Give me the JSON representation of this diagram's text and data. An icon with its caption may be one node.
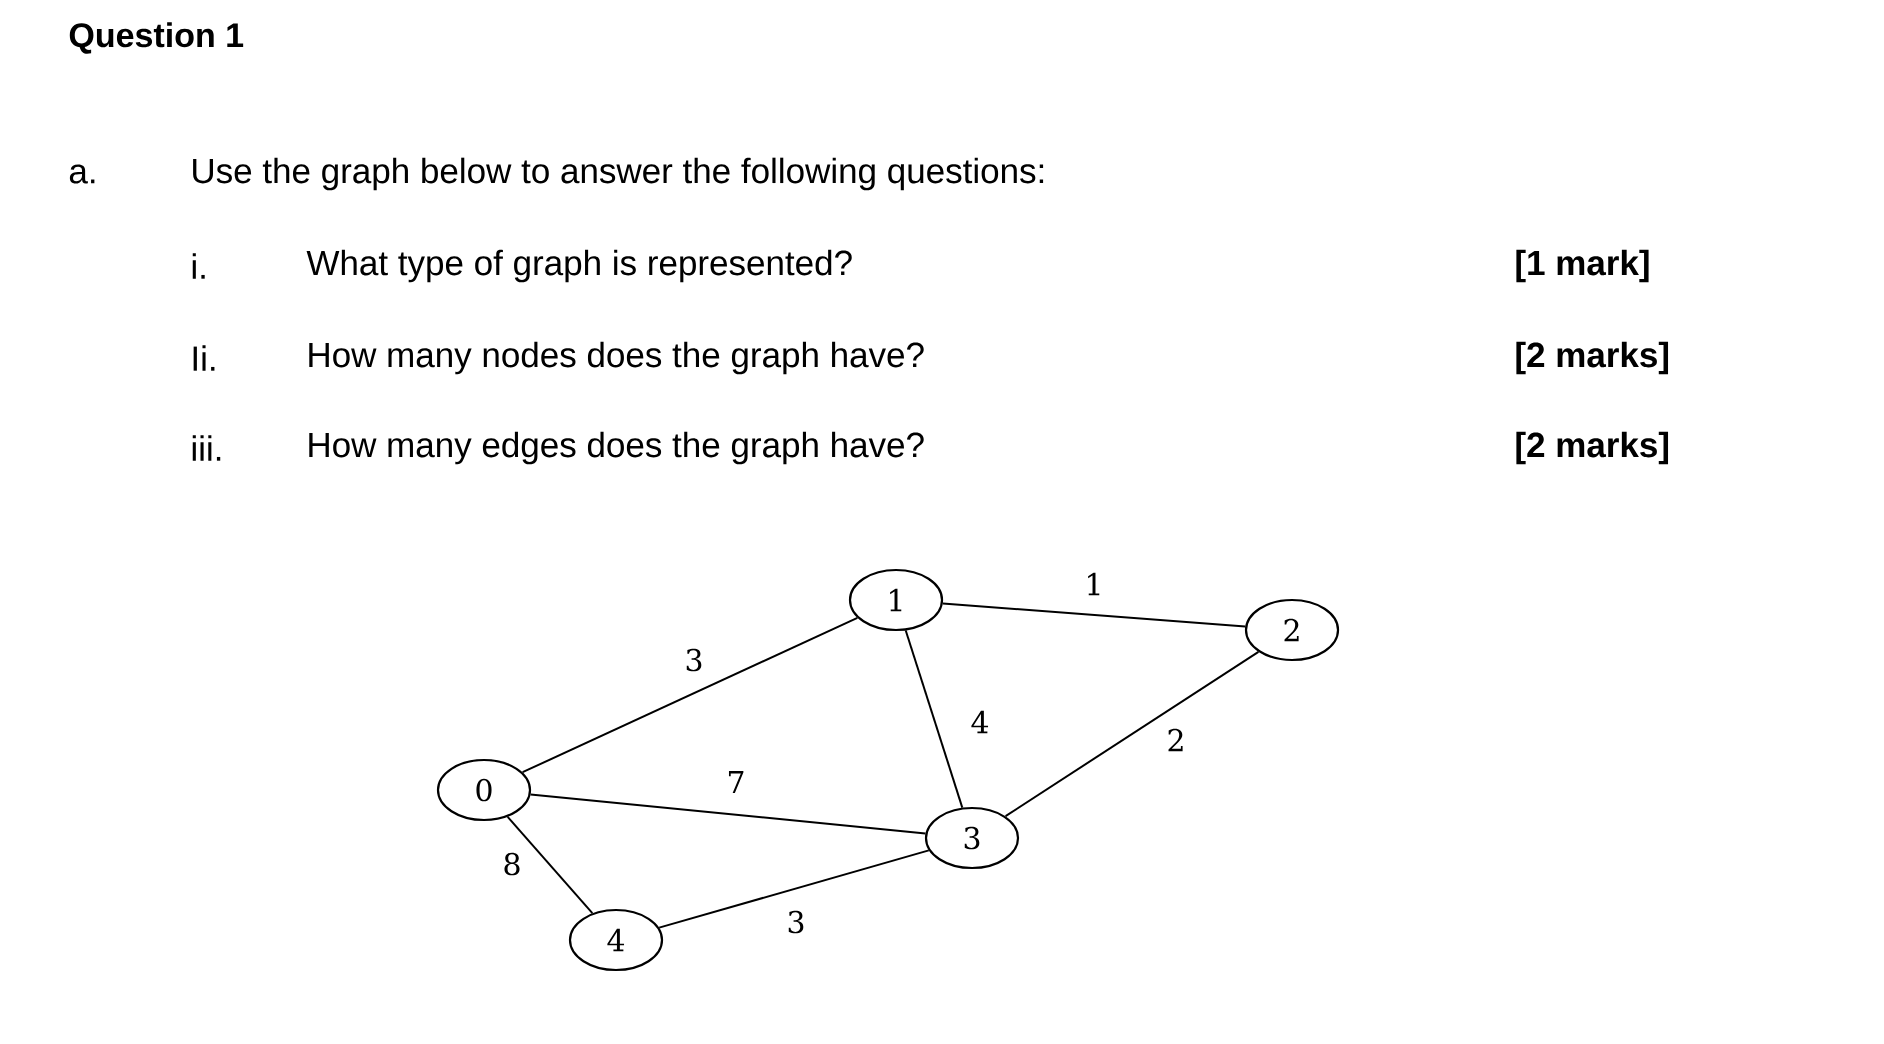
{
  "diagram": {
    "title": "Question 1",
    "nodes": [
      {
        "text": [
          "0"
        ]
      },
      {
        "text": [
          "1"
        ]
      },
      {
        "text": [
          "2"
        ]
      },
      {
        "text": [
          "3"
        ]
      },
      {
        "text": [
          "4"
        ]
      }
    ],
    "edges": [
      {
        "from": 0,
        "to": 1,
        "arrow": "none",
        "label": "3"
      },
      {
        "from": 1,
        "to": 2,
        "arrow": "none",
        "label": "1"
      },
      {
        "from": 1,
        "to": 3,
        "arrow": "none",
        "label": "4"
      },
      {
        "from": 2,
        "to": 3,
        "arrow": "none",
        "label": "2"
      },
      {
        "from": 0,
        "to": 3,
        "arrow": "none",
        "label": "7"
      },
      {
        "from": 0,
        "to": 4,
        "arrow": "none",
        "label": "8"
      },
      {
        "from": 4,
        "to": 3,
        "arrow": "none",
        "label": "3"
      }
    ],
    "labels": [
      "a.",
      "Use the graph below to answer the following questions:",
      "i.",
      "What type of graph is represented?",
      "[1 mark]",
      "Ii.",
      "How many nodes does the graph have?",
      "[2 marks]",
      "iii.",
      "How many edges does the graph have?",
      "[2 marks]"
    ]
  }
}
